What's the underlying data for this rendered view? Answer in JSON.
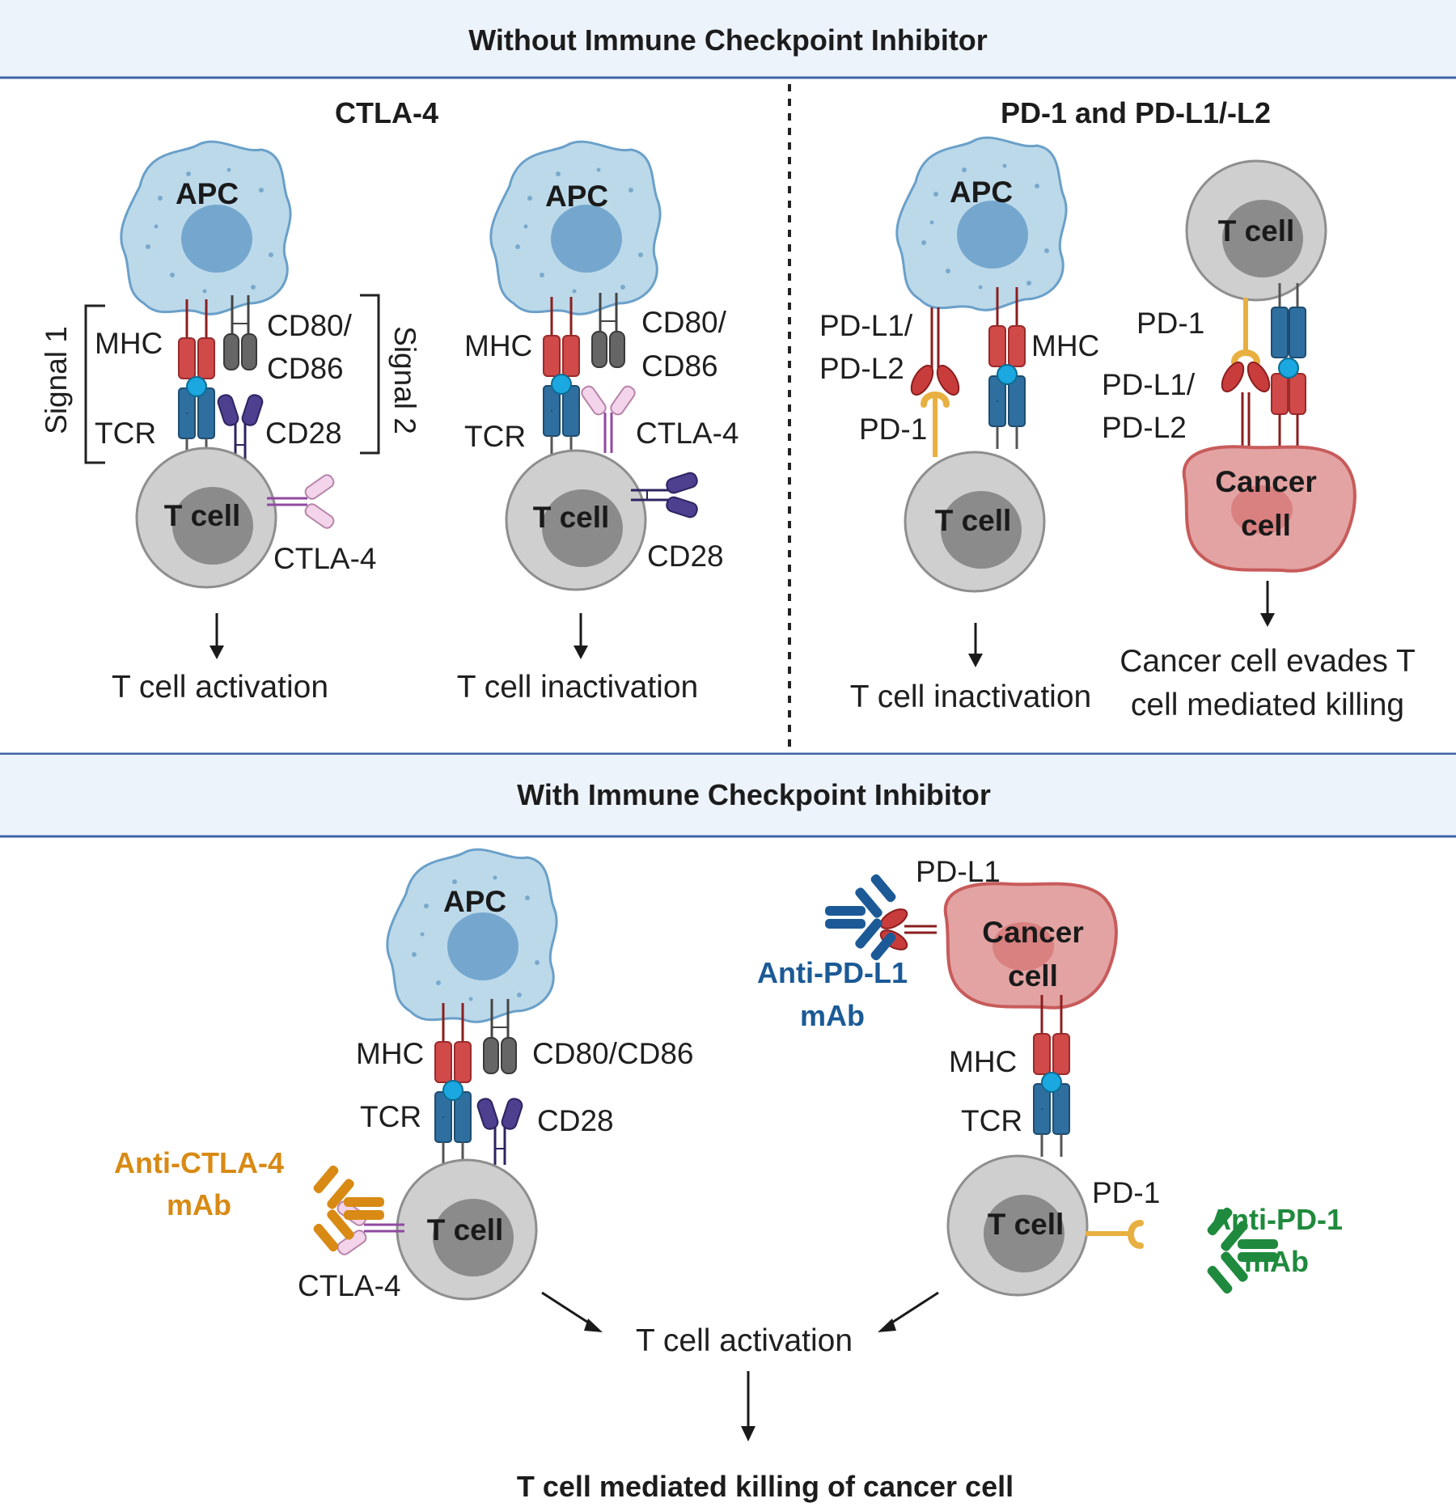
{
  "headers": {
    "without": "Without Immune Checkpoint Inhibitor",
    "with": "With Immune Checkpoint Inhibitor"
  },
  "sections": {
    "ctla4": "CTLA-4",
    "pd1": "PD-1 and PD-L1/-L2"
  },
  "cells": {
    "apc": "APC",
    "tcell": "T cell",
    "cancer_line1": "Cancer",
    "cancer_line2": "cell"
  },
  "panel_a": {
    "signal1": "Signal 1",
    "signal2": "Signal 2",
    "mhc": "MHC",
    "tcr": "TCR",
    "cd80_line1": "CD80/",
    "cd80_line2": "CD86",
    "cd28": "CD28",
    "ctla4": "CTLA-4",
    "caption": "T cell activation"
  },
  "panel_b": {
    "mhc": "MHC",
    "tcr": "TCR",
    "cd80_line1": "CD80/",
    "cd80_line2": "CD86",
    "ctla4": "CTLA-4",
    "cd28": "CD28",
    "caption": "T cell inactivation"
  },
  "panel_c": {
    "pdl_line1": "PD-L1/",
    "pdl_line2": "PD-L2",
    "pd1": "PD-1",
    "mhc": "MHC",
    "caption": "T cell inactivation"
  },
  "panel_d": {
    "pd1": "PD-1",
    "pdl_line1": "PD-L1/",
    "pdl_line2": "PD-L2",
    "caption_line1": "Cancer cell evades T",
    "caption_line2": "cell mediated killing"
  },
  "bottom_left": {
    "mhc": "MHC",
    "tcr": "TCR",
    "cd80": "CD80/CD86",
    "cd28": "CD28",
    "ctla4": "CTLA-4",
    "mab_line1": "Anti-CTLA-4",
    "mab_line2": "mAb"
  },
  "bottom_right": {
    "pdl1": "PD-L1",
    "mab_pdl1_line1": "Anti-PD-L1",
    "mab_pdl1_line2": "mAb",
    "mhc": "MHC",
    "tcr": "TCR",
    "pd1": "PD-1",
    "mab_pd1_line1": "Anti-PD-1",
    "mab_pd1_line2": "mAb"
  },
  "outcome": {
    "activation": "T cell activation",
    "final": "T cell mediated killing of cancer cell"
  },
  "colors": {
    "mhc": "#d04a4a",
    "tcr": "#2f6fa0",
    "cd80": "#666666",
    "cd28": "#4e3f8f",
    "ctla4": "#f3d4ea",
    "pdl": "#c93c3c",
    "pd1": "#e8b040",
    "anti_ctla4": "#d88a14",
    "anti_pdl1": "#1b5a96",
    "anti_pd1": "#1f8a3d",
    "header_band": "#edf3fb",
    "rule": "#3f64a8"
  }
}
